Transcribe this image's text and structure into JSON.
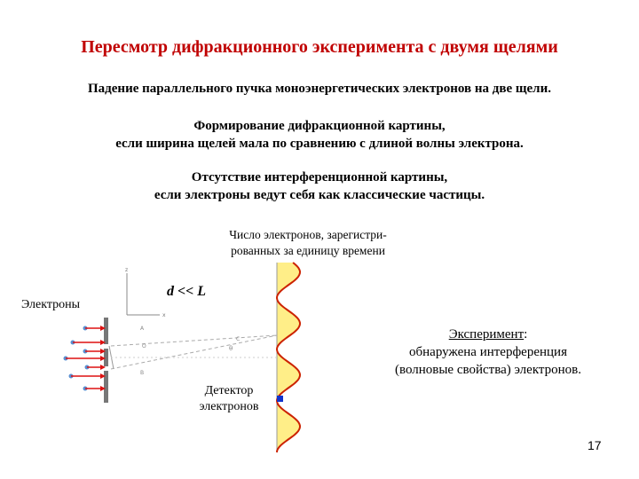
{
  "title": "Пересмотр дифракционного эксперимента с двумя щелями",
  "subtitle": "Падение параллельного пучка моноэнергетических электронов на две щели.",
  "diffraction_block": {
    "line1": "Формирование дифракционной картины,",
    "line2": "если ширина щелей мала по сравнению с длиной волны электрона."
  },
  "classical_block": {
    "line1": "Отсутствие интерференционной картины,",
    "line2": "если электроны ведут себя как классические частицы."
  },
  "diagram": {
    "count_label_line1": "Число электронов, зарегистри-",
    "count_label_line2": "рованных за единицу времени",
    "electrons_label": "Электроны",
    "distance_label": "d << L",
    "detector_line1": "Детектор",
    "detector_line2": "электронов",
    "tiny_labels": [
      "z",
      "x",
      "A",
      "O",
      "θ",
      "B",
      "C"
    ],
    "colors": {
      "pattern_fill": "#ffee88",
      "wave_line": "#cc2200",
      "arrow": "#dd1111",
      "electron_dot": "#5a8fd0",
      "detector": "#1133cc"
    }
  },
  "experiment": {
    "label": "Эксперимент",
    "colon": ":",
    "line2": "обнаружена интерференция",
    "line3": "(волновые свойства) электронов."
  },
  "page_number": "17"
}
